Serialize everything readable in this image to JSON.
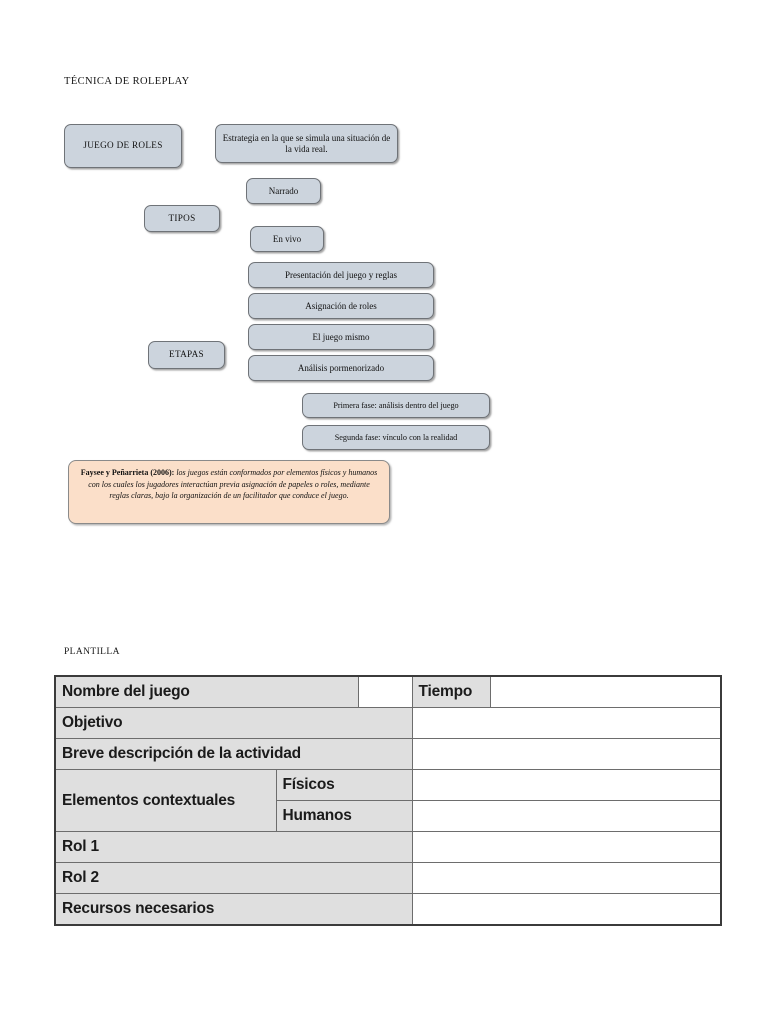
{
  "headings": {
    "roleplay": "TÉCNICA DE ROLEPLAY",
    "plantilla": "PLANTILLA"
  },
  "colors": {
    "node_fill": "#ccd4dd",
    "node_border": "#6f7378",
    "citation_fill": "#fbdfc9",
    "table_label_fill": "#dfdfdf",
    "table_border": "#6d6d6d"
  },
  "diagram": {
    "nodes": [
      {
        "id": "juego-de-roles",
        "label": "JUEGO DE ROLES"
      },
      {
        "id": "definicion",
        "label": "Estrategia en la que se simula una situación de la vida real."
      },
      {
        "id": "tipos",
        "label": "TIPOS"
      },
      {
        "id": "narrado",
        "label": "Narrado"
      },
      {
        "id": "en-vivo",
        "label": "En vivo"
      },
      {
        "id": "etapas",
        "label": "ETAPAS"
      },
      {
        "id": "presentacion",
        "label": "Presentación del juego y reglas"
      },
      {
        "id": "asignacion",
        "label": "Asignación de roles"
      },
      {
        "id": "juego-mismo",
        "label": "El juego mismo"
      },
      {
        "id": "analisis",
        "label": "Análisis pormenorizado"
      },
      {
        "id": "primera-fase",
        "label": "Primera fase: análisis dentro del juego"
      },
      {
        "id": "segunda-fase",
        "label": "Segunda fase: vínculo con la realidad"
      }
    ],
    "citation": {
      "author": "Faysee y Peñarrieta (2006):",
      "text": " los juegos están conformados por elementos físicos y humanos con los cuales los jugadores interactúan previa asignación de papeles o roles, mediante reglas claras, bajo la organización de un facilitador que conduce el juego."
    }
  },
  "table": {
    "rows": [
      {
        "label": "Nombre del juego",
        "value": "",
        "second_label": "Tiempo",
        "second_value": ""
      },
      {
        "label": "Objetivo",
        "value": ""
      },
      {
        "label": "Breve descripción de la actividad",
        "value": ""
      },
      {
        "label": "Elementos contextuales",
        "sub": "Físicos",
        "value": ""
      },
      {
        "label": "",
        "sub": "Humanos",
        "value": ""
      },
      {
        "label": "Rol 1",
        "value": ""
      },
      {
        "label": "Rol 2",
        "value": ""
      },
      {
        "label": "Recursos necesarios",
        "value": ""
      }
    ]
  }
}
